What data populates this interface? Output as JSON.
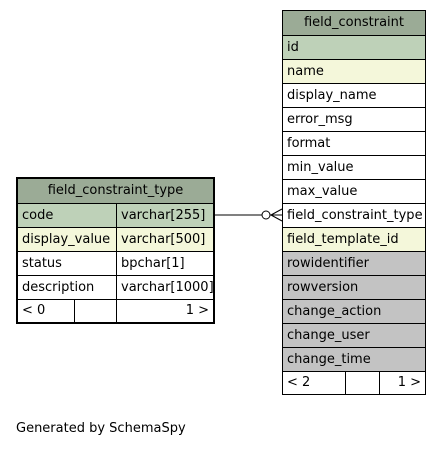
{
  "left_table": {
    "title": "field_constraint_type",
    "columns": [
      {
        "name": "code",
        "type": "varchar[255]",
        "style": "primary-key"
      },
      {
        "name": "display_value",
        "type": "varchar[500]",
        "style": "indexed"
      },
      {
        "name": "status",
        "type": "bpchar[1]",
        "style": "plain"
      },
      {
        "name": "description",
        "type": "varchar[1000]",
        "style": "plain"
      }
    ],
    "nav": {
      "parents": "< 0",
      "middle": "",
      "children": "1 >"
    }
  },
  "right_table": {
    "title": "field_constraint",
    "columns": [
      {
        "name": "id",
        "style": "primary-key"
      },
      {
        "name": "name",
        "style": "indexed"
      },
      {
        "name": "display_name",
        "style": "plain"
      },
      {
        "name": "error_msg",
        "style": "plain"
      },
      {
        "name": "format",
        "style": "plain"
      },
      {
        "name": "min_value",
        "style": "plain"
      },
      {
        "name": "max_value",
        "style": "plain"
      },
      {
        "name": "field_constraint_type",
        "style": "plain"
      },
      {
        "name": "field_template_id",
        "style": "indexed"
      },
      {
        "name": "rowidentifier",
        "style": "implied"
      },
      {
        "name": "rowversion",
        "style": "implied"
      },
      {
        "name": "change_action",
        "style": "implied"
      },
      {
        "name": "change_user",
        "style": "implied"
      },
      {
        "name": "change_time",
        "style": "implied"
      }
    ],
    "nav": {
      "parents": "< 2",
      "middle": "",
      "children": "1 >"
    }
  },
  "relationship": {
    "from": "field_constraint_type.code",
    "to": "field_constraint.field_constraint_type",
    "cardinality": "one-to-many"
  },
  "footer": "Generated by SchemaSpy",
  "colors": {
    "header": "#9bab96",
    "primary_key": "#bed1b8",
    "indexed": "#f4f7da",
    "implied": "#c3c3c3",
    "plain": "#ffffff"
  }
}
